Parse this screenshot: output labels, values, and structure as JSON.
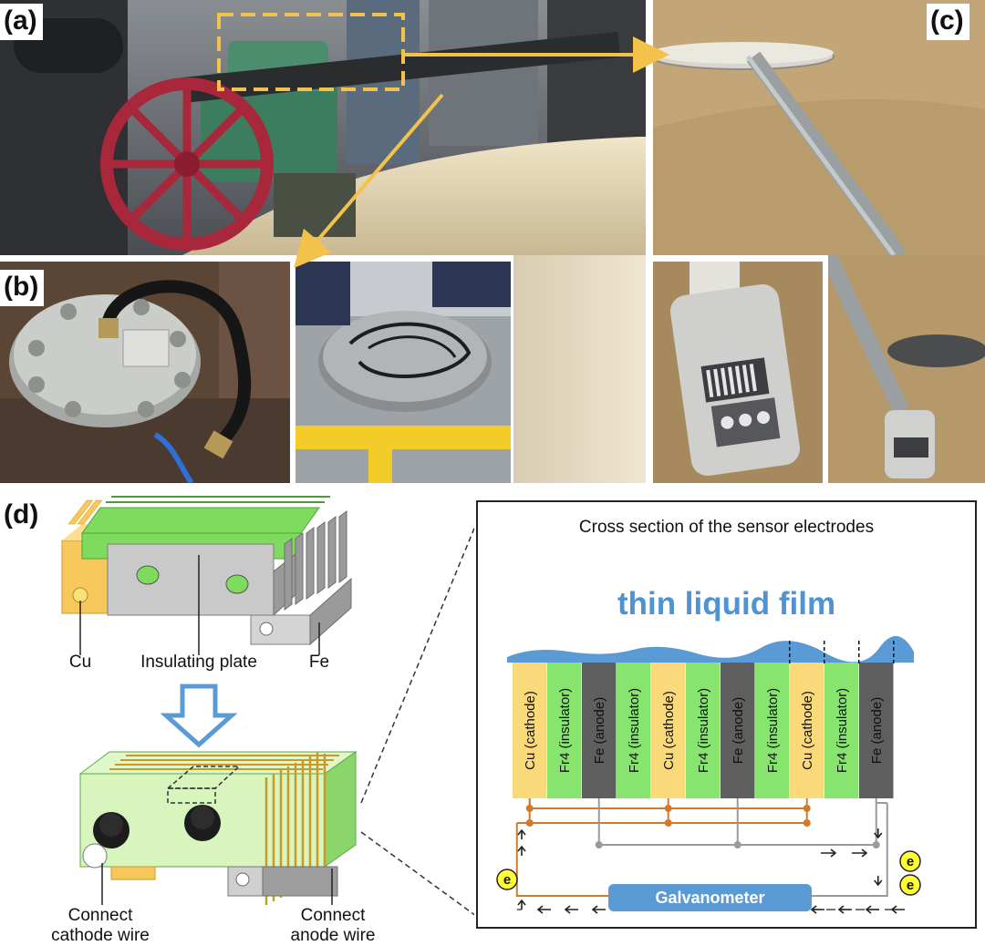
{
  "panels": {
    "a": "(a)",
    "b": "(b)",
    "c": "(c)",
    "d": "(d)"
  },
  "sensor_labels": {
    "cu": "Cu",
    "insulating_plate": "Insulating plate",
    "fe": "Fe",
    "connect_cathode_wire": "Connect\ncathode wire",
    "connect_anode_wire": "Connect\nanode wire"
  },
  "cross_section": {
    "title": "Cross section of the sensor electrodes",
    "film_label": "thin liquid film",
    "electrodes": [
      {
        "label": "Cu (cathode)",
        "color": "#f9d97a"
      },
      {
        "label": "Fr4 (insulator)",
        "color": "#86e46f"
      },
      {
        "label": "Fe (anode)",
        "color": "#5f5f5f"
      },
      {
        "label": "Fr4 (insulator)",
        "color": "#86e46f"
      },
      {
        "label": "Cu (cathode)",
        "color": "#f9d97a"
      },
      {
        "label": "Fr4 (insulator)",
        "color": "#86e46f"
      },
      {
        "label": "Fe (anode)",
        "color": "#5f5f5f"
      },
      {
        "label": "Fr4 (insulator)",
        "color": "#86e46f"
      },
      {
        "label": "Cu (cathode)",
        "color": "#f9d97a"
      },
      {
        "label": "Fr4 (insulator)",
        "color": "#86e46f"
      },
      {
        "label": "Fe (anode)",
        "color": "#5f5f5f"
      }
    ],
    "galvanometer": "Galvanometer",
    "electron_symbol": "e"
  },
  "colors": {
    "arrow_yellow": "#f2c24a",
    "film_blue": "#5b9bd5",
    "title_blue": "#4f93d2",
    "cathode_wire": "#d4782a",
    "anode_wire": "#9a9a9a",
    "galvanometer_fill": "#5b9bd5",
    "electron_fill": "#ffff33"
  }
}
